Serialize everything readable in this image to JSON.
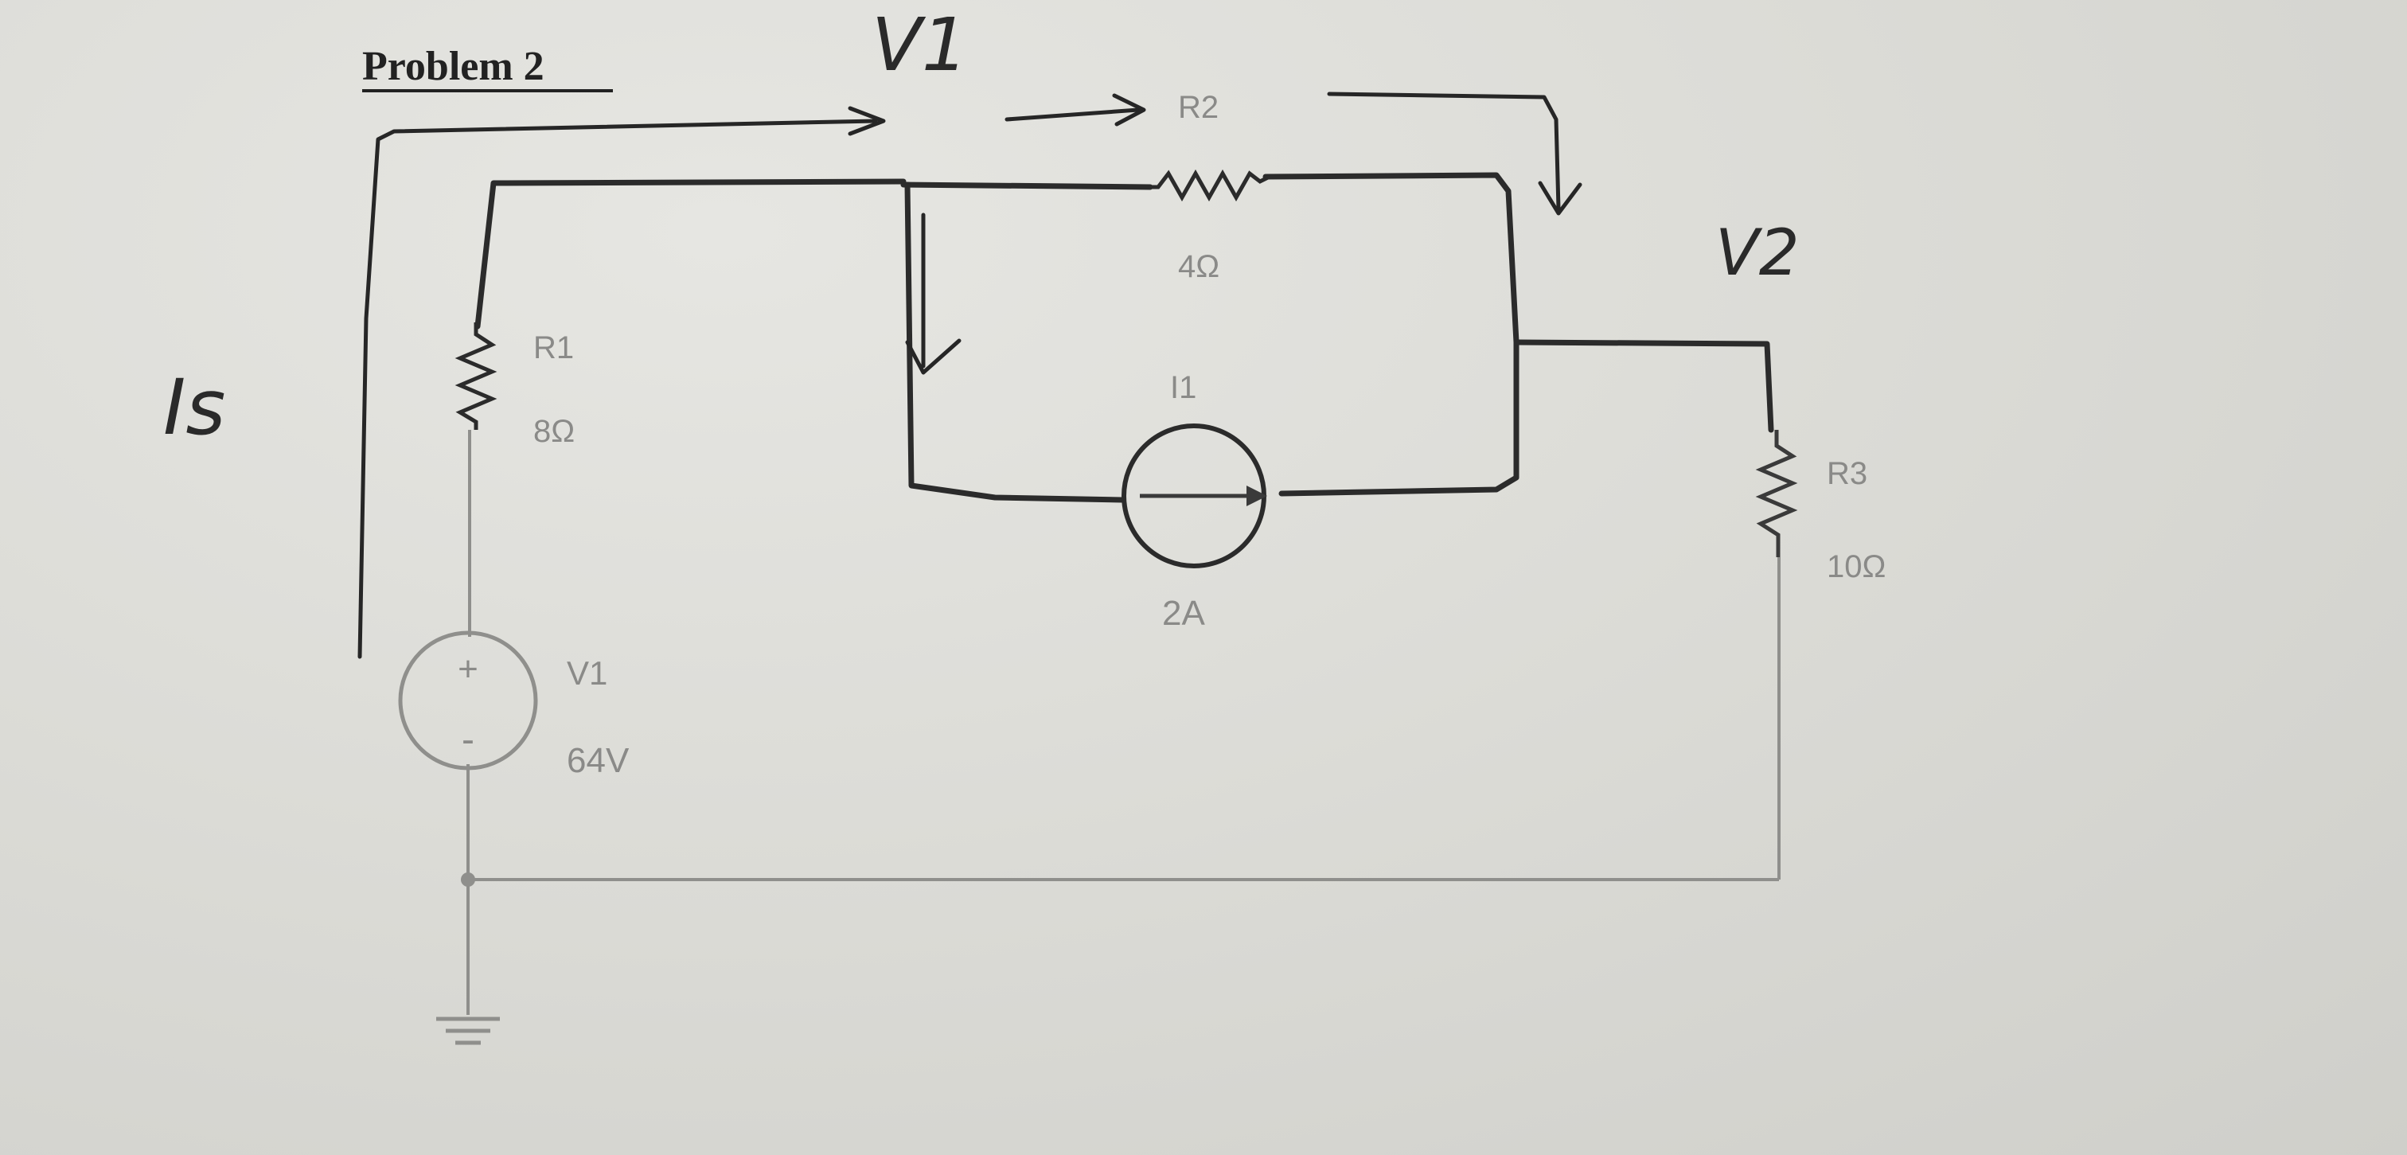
{
  "title": "Problem 2",
  "components": {
    "r1": {
      "name": "R1",
      "value": "8Ω"
    },
    "r2": {
      "name": "R2",
      "value": "4Ω"
    },
    "r3": {
      "name": "R3",
      "value": "10Ω"
    },
    "i1": {
      "name": "I1",
      "value": "2A"
    },
    "v1": {
      "name": "V1",
      "value": "64V",
      "plus": "+",
      "minus": "-"
    }
  },
  "handwritten": {
    "node_v1": "V1",
    "node_v2": "V2",
    "is": "Is"
  }
}
